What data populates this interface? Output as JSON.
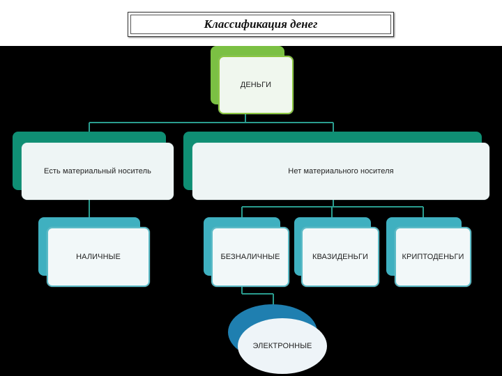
{
  "title": "Классификация денег",
  "nodes": {
    "root": "ДЕНЬГИ",
    "material": "Есть материальный носитель",
    "nonmaterial": "Нет материального носителя",
    "cash": "НАЛИЧНЫЕ",
    "noncash": "БЕЗНАЛИЧНЫЕ",
    "quasi": "КВАЗИДЕНЬГИ",
    "crypto": "КРИПТОДЕНЬГИ",
    "electronic": "ЭЛЕКТРОННЫЕ"
  },
  "colors": {
    "root_accent": "#7bc043",
    "level1_accent": "#0f8f74",
    "level2_accent": "#3fb0c0",
    "ellipse_accent": "#1f7fb0",
    "connector": "#2a9d8f"
  }
}
